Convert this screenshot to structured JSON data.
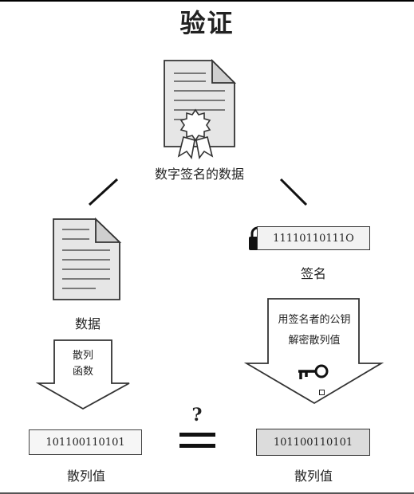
{
  "title": "验证",
  "signed_document": {
    "label": "数字签名的数据"
  },
  "data_document": {
    "label": "数据"
  },
  "signature": {
    "bits": "11110110111O",
    "label": "签名"
  },
  "hash_function": {
    "line1": "散列",
    "line2": "函数"
  },
  "decrypt_step": {
    "line1": "用签名者的公钥",
    "line2": "解密散列值"
  },
  "left_hash": {
    "bits": "101100110101",
    "label": "散列值"
  },
  "right_hash": {
    "bits": "101100110101",
    "label": "散列值"
  },
  "compare": {
    "symbol": "?"
  },
  "icons": [
    "document-icon",
    "certificate-seal-icon",
    "lock-icon",
    "key-icon"
  ]
}
